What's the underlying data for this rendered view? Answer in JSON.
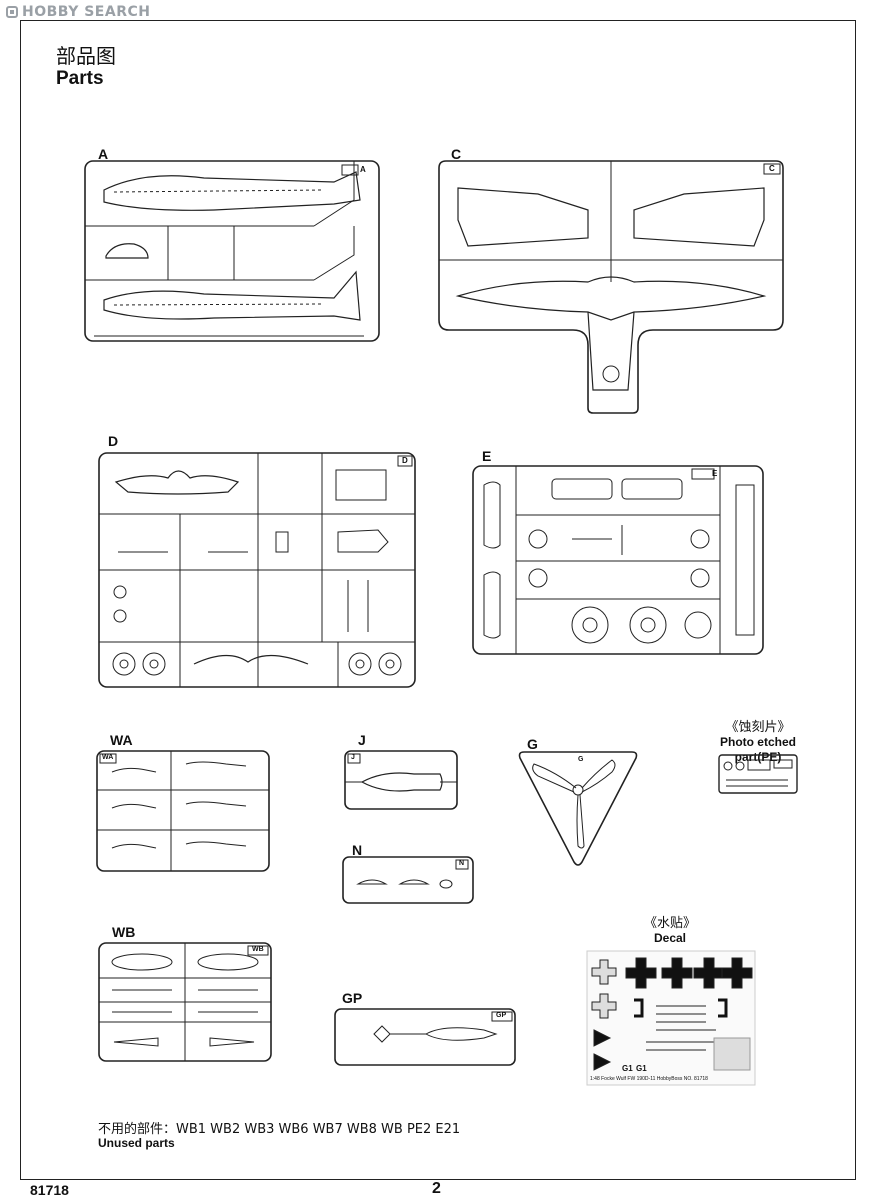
{
  "watermark": "HOBBY SEARCH",
  "title_cn": "部品图",
  "title_en": "Parts",
  "sprues": {
    "A": {
      "label": "A",
      "tag": "A"
    },
    "C": {
      "label": "C",
      "tag": "C"
    },
    "D": {
      "label": "D",
      "tag": "D"
    },
    "E": {
      "label": "E",
      "tag": "E"
    },
    "WA": {
      "label": "WA",
      "tag": "WA"
    },
    "J": {
      "label": "J",
      "tag": "J"
    },
    "G": {
      "label": "G",
      "tag": "G"
    },
    "N": {
      "label": "N",
      "tag": "N"
    },
    "WB": {
      "label": "WB",
      "tag": "WB"
    },
    "GP": {
      "label": "GP",
      "tag": "GP"
    }
  },
  "pe": {
    "cn": "《蚀刻片》",
    "en": "Photo etched part(PE)"
  },
  "decal": {
    "cn": "《水贴》",
    "en": "Decal",
    "caption": "1:48   Focke Wulf FW 190D-11   HobbyBoss   NO. 81718",
    "letters": [
      "G1",
      "G1"
    ]
  },
  "unused_cn": "不用的部件：WB1 WB2 WB3 WB6 WB7 WB8 WB PE2 E21",
  "unused_en": "Unused parts",
  "footer_code": "81718",
  "page_number": "2"
}
